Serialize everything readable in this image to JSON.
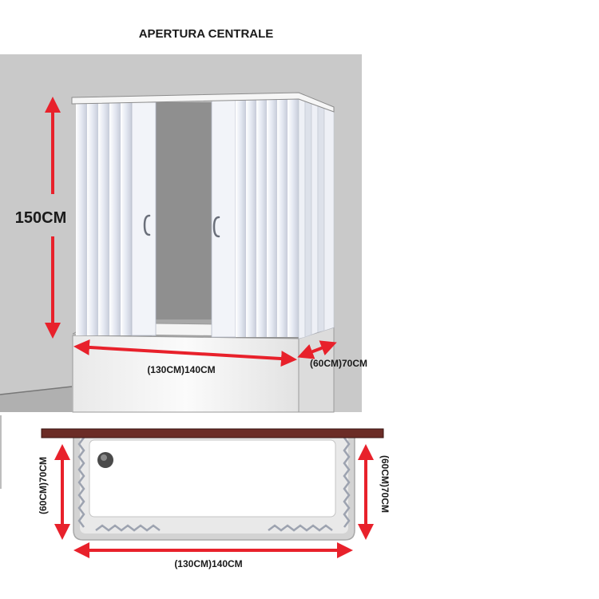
{
  "title": "APERTURA CENTRALE",
  "dimensions": {
    "height": "150CM",
    "front_width": "(130CM)140CM",
    "side_depth": "(60CM)70CM",
    "plan_left_depth": "(60CM)70CM",
    "plan_right_depth": "(60CM)70CM",
    "plan_width": "(130CM)140CM"
  },
  "colors": {
    "arrow": "#e8212b",
    "wall": "#c9c9c9",
    "panel": "#f1f3f8",
    "wall_bar": "#6b2c26"
  }
}
